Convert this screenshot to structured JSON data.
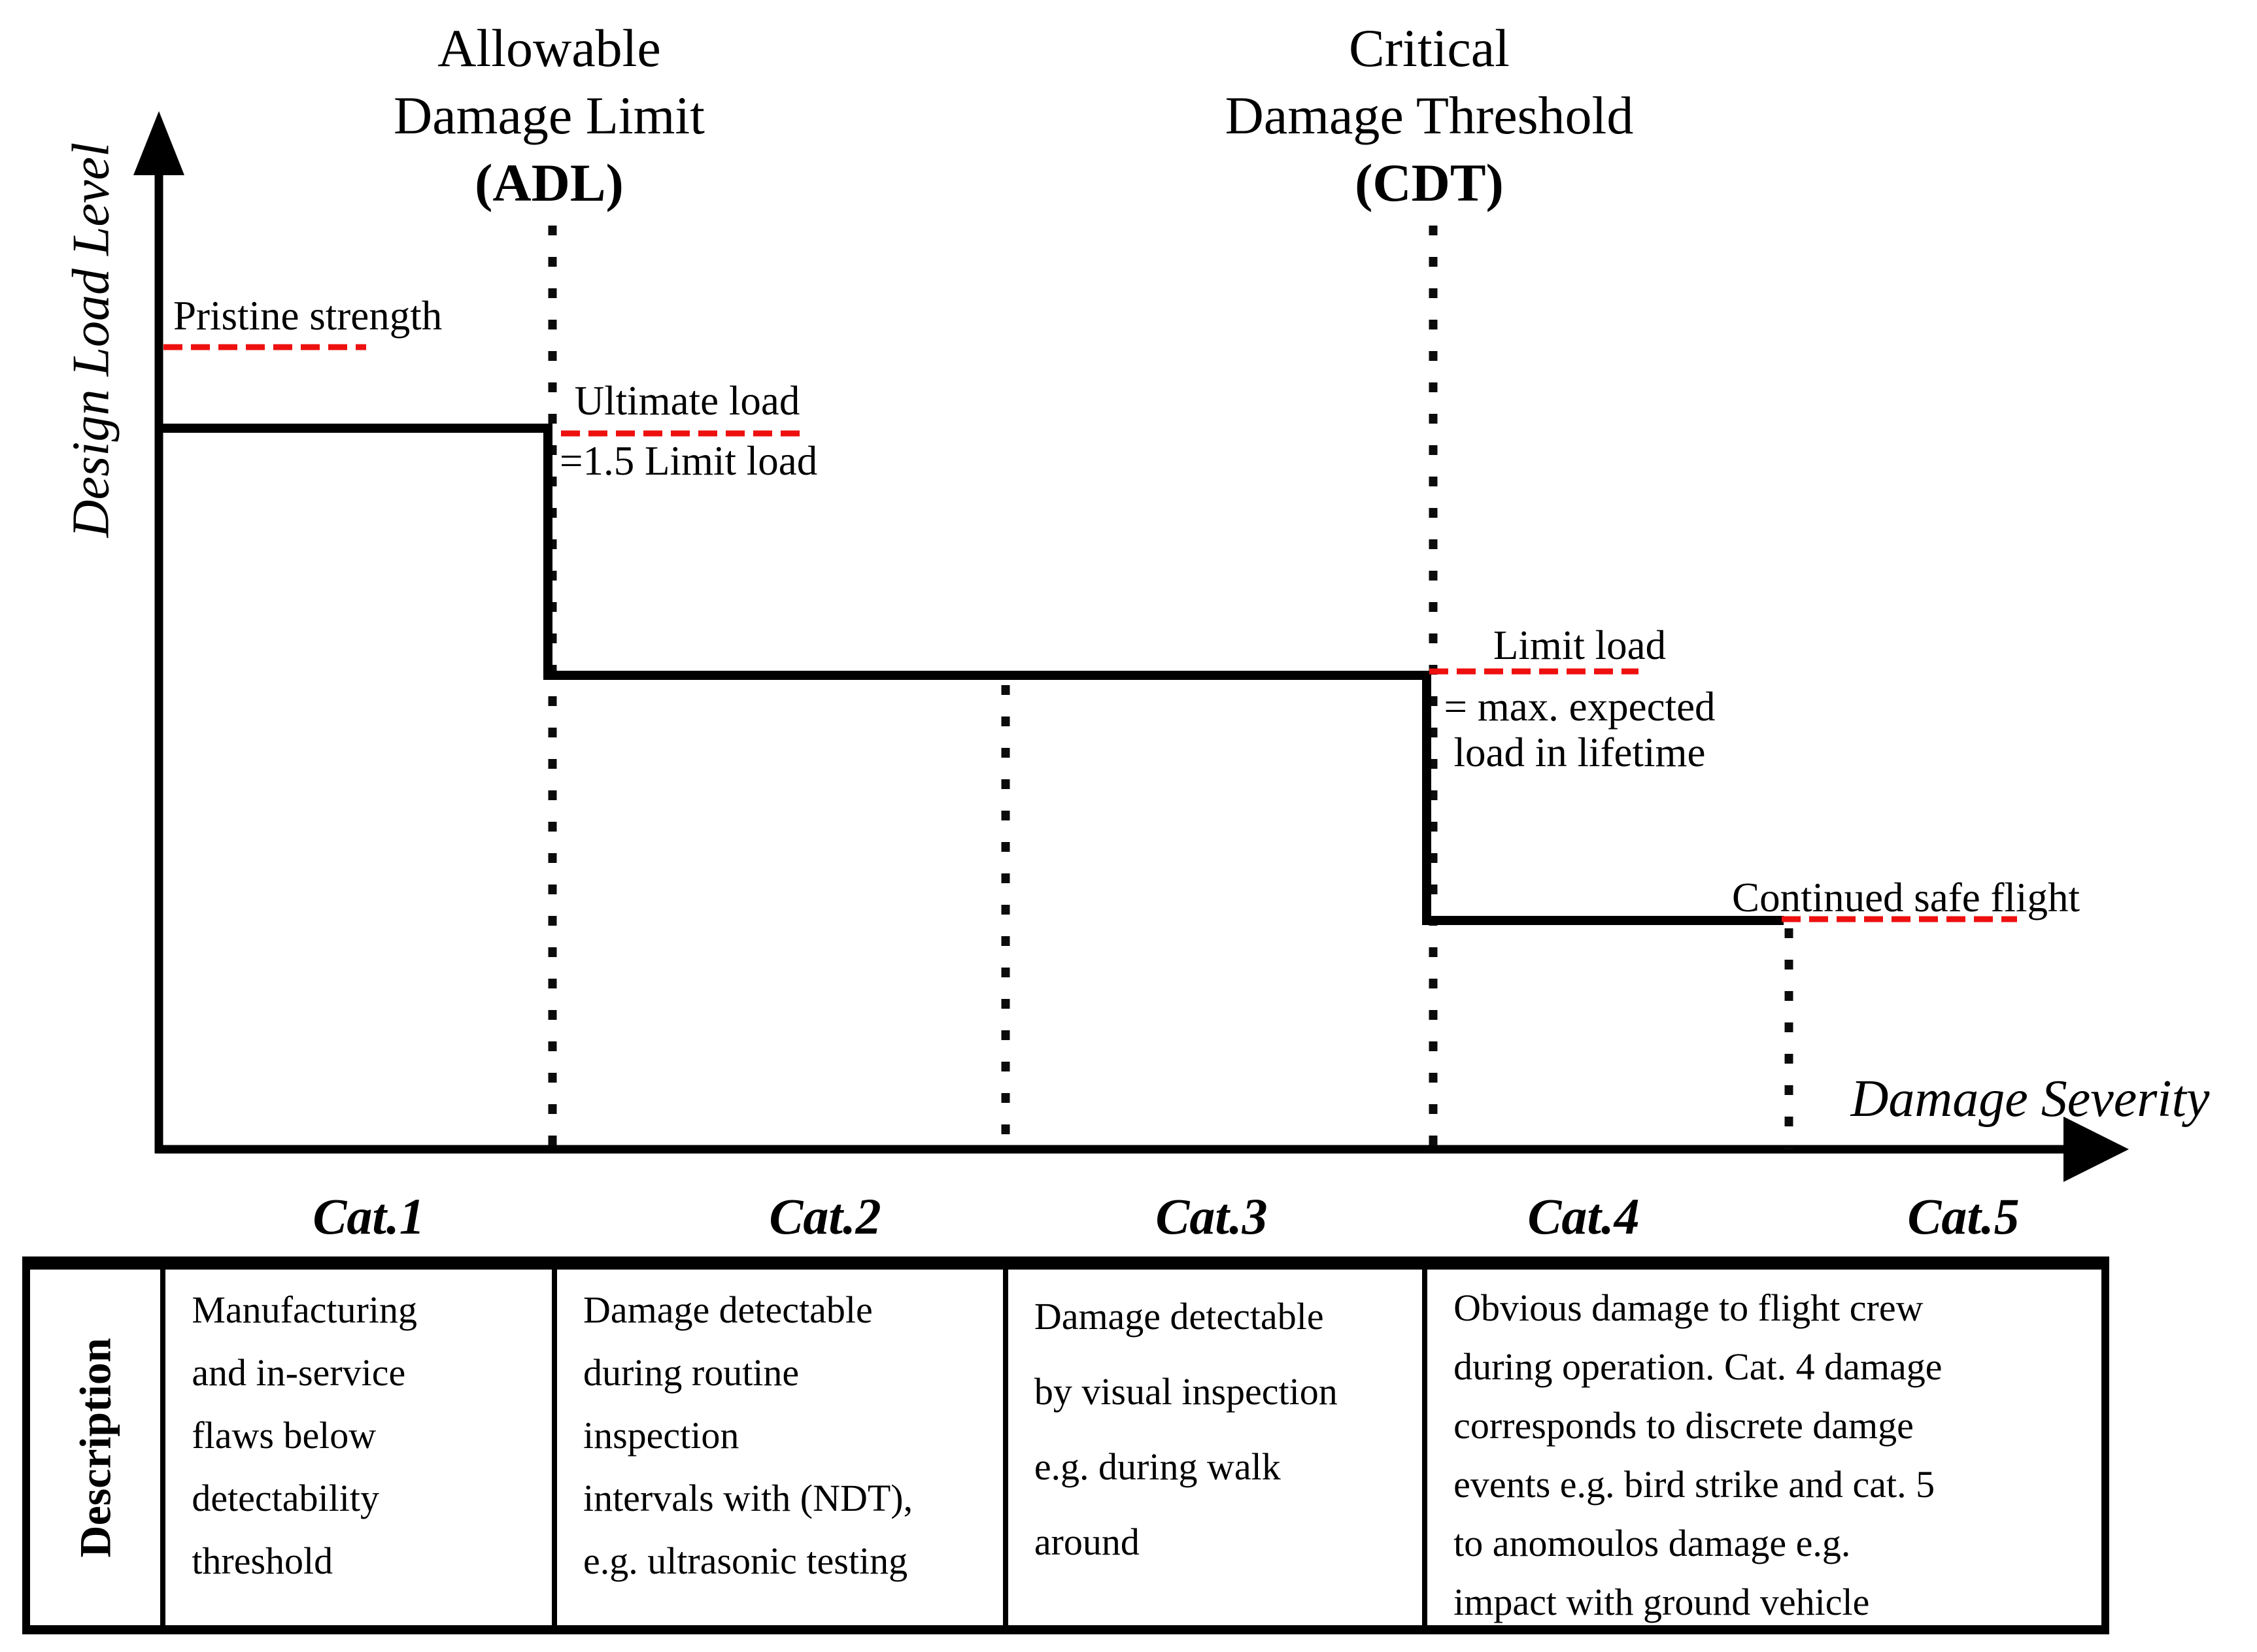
{
  "figure": {
    "y_axis_label": "Design Load Level",
    "x_axis_label": "Damage Severity",
    "adl_title": [
      "Allowable",
      "Damage Limit",
      "(ADL)"
    ],
    "cdt_title": [
      "Critical",
      "Damage Threshold",
      "(CDT)"
    ],
    "annotations": {
      "pristine": "Pristine strength",
      "ultimate_line1": "Ultimate load",
      "ultimate_line2": "=1.5 Limit load",
      "limit_line1": "Limit load",
      "limit_line2": "= max. expected",
      "limit_line3": "load in lifetime",
      "continued": "Continued safe flight"
    },
    "categories": [
      "Cat.1",
      "Cat.2",
      "Cat.3",
      "Cat.4",
      "Cat.5"
    ]
  },
  "table": {
    "row_header": "Description",
    "cells": {
      "cat1": "Manufacturing\nand in-service\nflaws below\ndetectability\nthreshold",
      "cat2": "Damage detectable\nduring routine\ninspection\nintervals with (NDT),\ne.g. ultrasonic testing",
      "cat3": "Damage detectable\nby visual inspection\ne.g. during walk\naround",
      "cat4_5": "Obvious damage to flight crew\nduring operation. Cat. 4 damage\ncorresponds to discrete damge\nevents e.g. bird strike and cat. 5\nto anomoulos damage e.g.\nimpact with ground vehicle"
    }
  },
  "colors": {
    "ink": "#000000",
    "accent_red": "#ee0f0f",
    "background": "#ffffff"
  },
  "chart_data": {
    "type": "line",
    "title": "Design load level vs damage severity (step diagram)",
    "xlabel": "Damage Severity",
    "ylabel": "Design Load Level",
    "x_categories": [
      "Cat.1",
      "Cat.2",
      "Cat.3",
      "Cat.4",
      "Cat.5"
    ],
    "vertical_markers": [
      {
        "label": "Allowable Damage Limit (ADL)",
        "after_category": "Cat.1"
      },
      {
        "label": "Cat.2 / Cat.3 boundary",
        "after_category": "Cat.2"
      },
      {
        "label": "Critical Damage Threshold (CDT)",
        "after_category": "Cat.3"
      },
      {
        "label": "Cat.4 / Cat.5 boundary",
        "after_category": "Cat.4"
      }
    ],
    "steps": [
      {
        "categories": [
          "Cat.1"
        ],
        "load_level_relative_to_limit_load": 1.5,
        "label": "Ultimate load =1.5 Limit load"
      },
      {
        "categories": [
          "Cat.2",
          "Cat.3"
        ],
        "load_level_relative_to_limit_load": 1.0,
        "label": "Limit load = max. expected load in lifetime"
      },
      {
        "categories": [
          "Cat.4"
        ],
        "load_level_relative_to_limit_load": 0.49,
        "label": "Continued safe flight"
      }
    ],
    "reference_levels": [
      {
        "label": "Pristine strength",
        "load_level_relative_to_limit_load": 1.69
      }
    ],
    "grid": false,
    "legend": false
  }
}
